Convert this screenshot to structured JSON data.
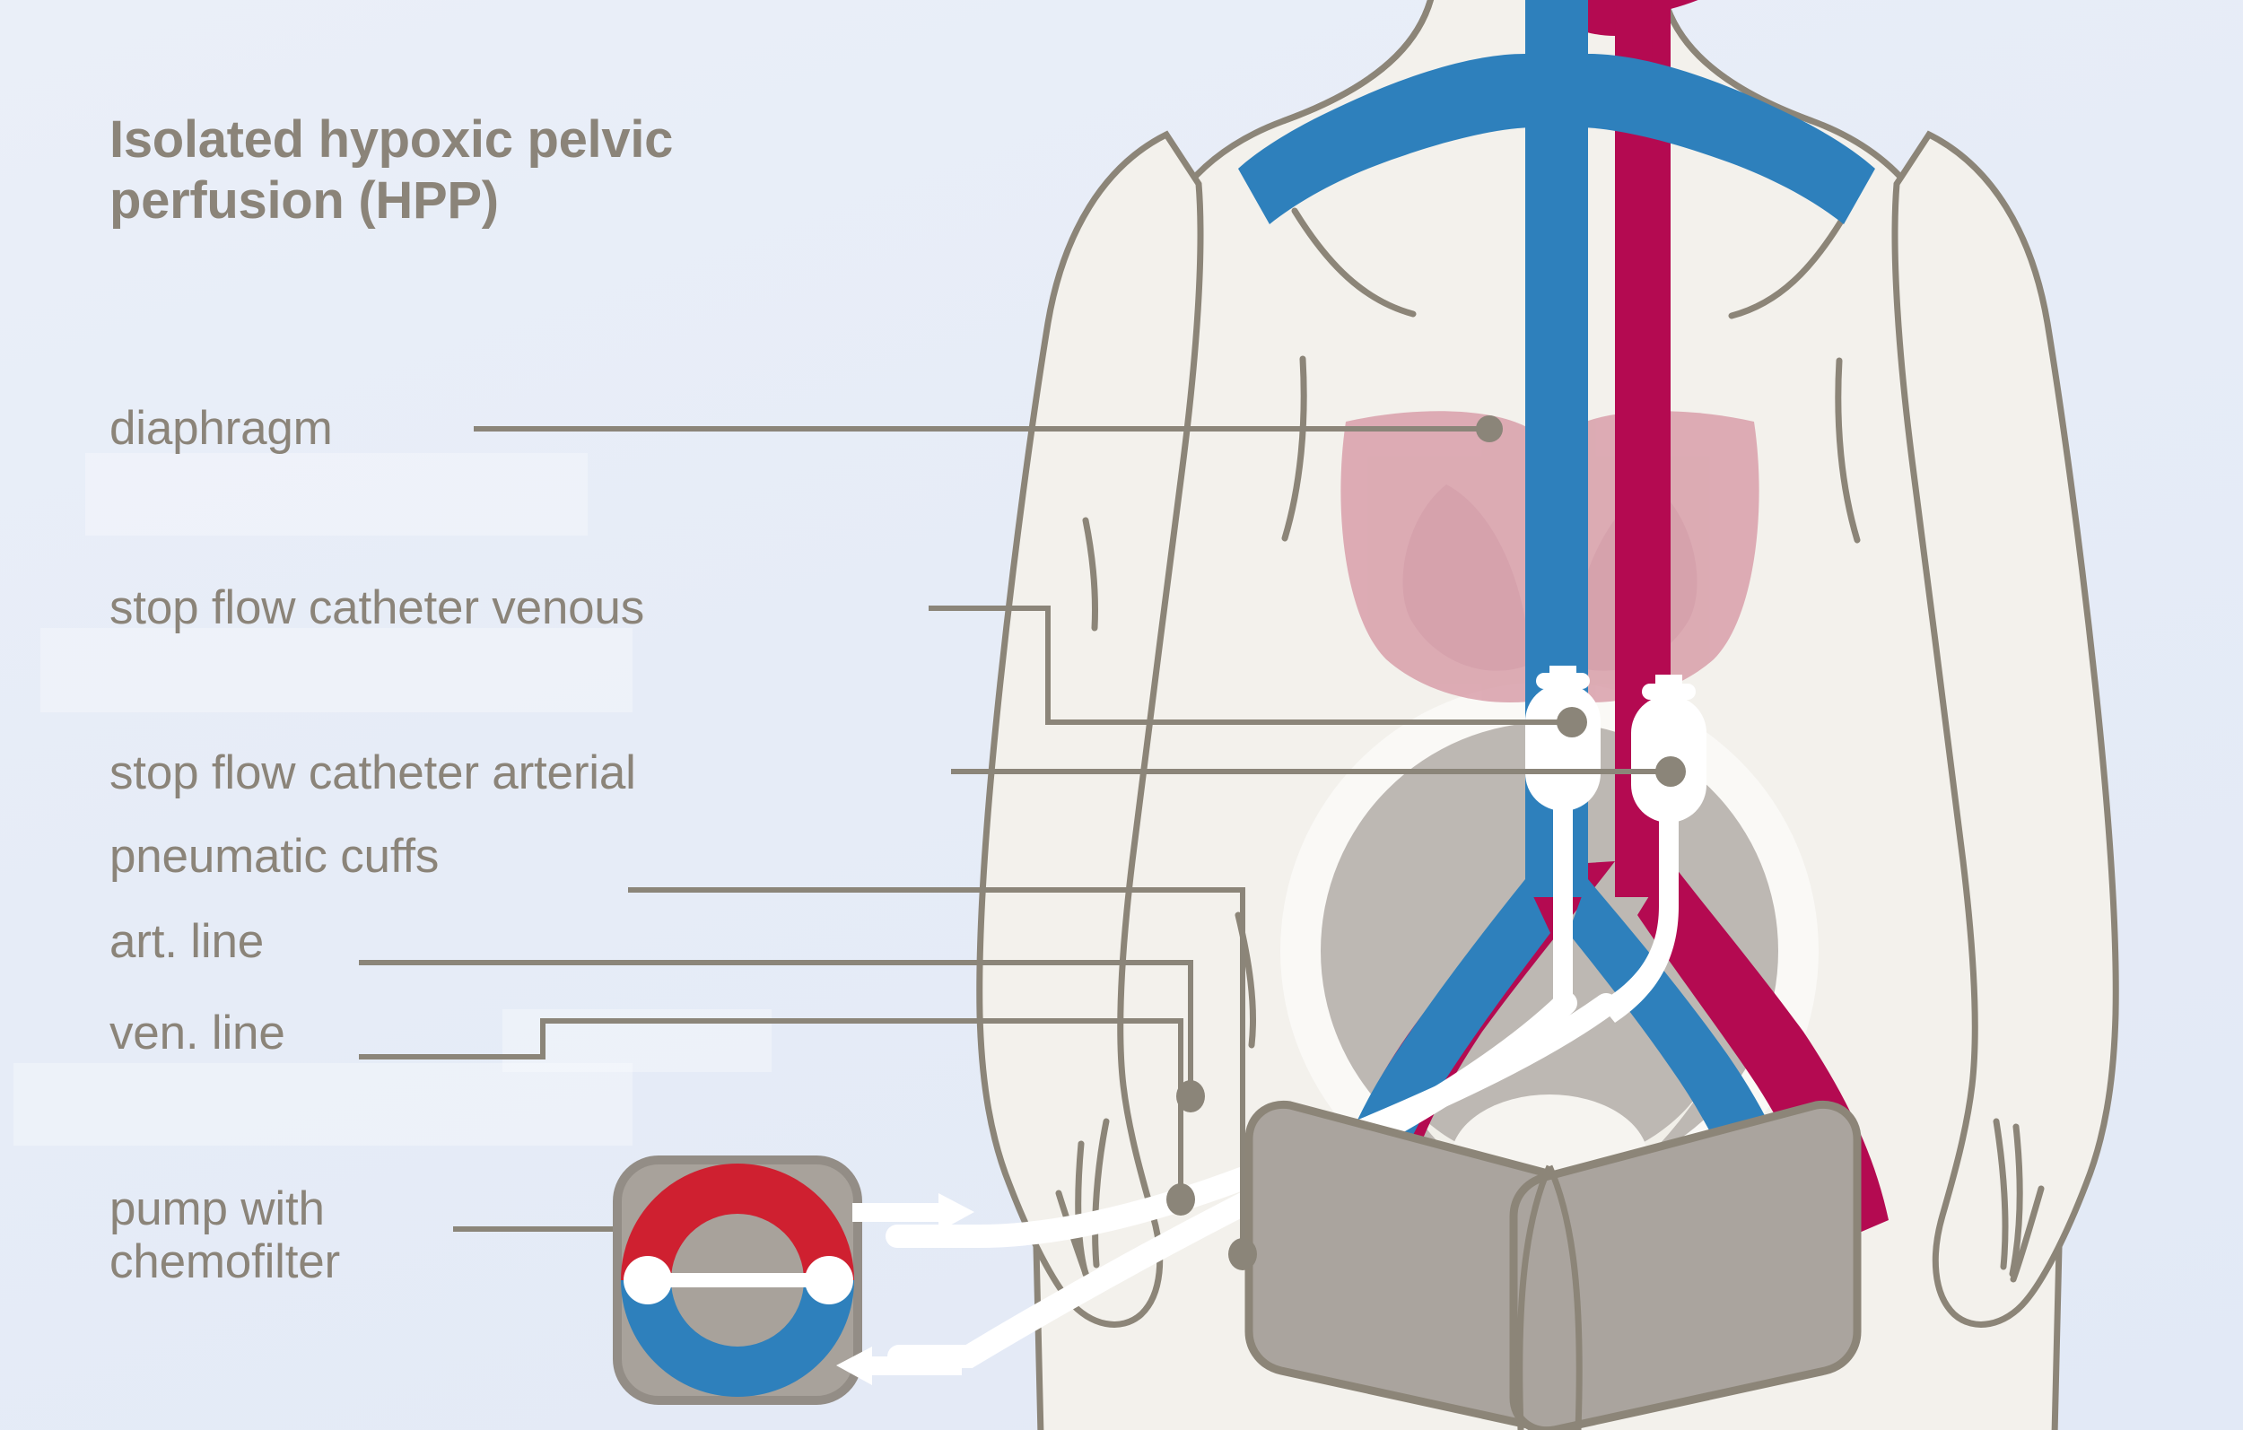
{
  "figure": {
    "title_line1": "Isolated hypoxic pelvic",
    "title_line2": "perfusion (HPP)",
    "labels": {
      "diaphragm": "diaphragm",
      "stop_flow_venous": "stop flow catheter venous",
      "stop_flow_arterial": "stop flow catheter arterial",
      "pneumatic_cuffs": "pneumatic cuffs",
      "art_line": "art. line",
      "ven_line": "ven. line",
      "pump_line1": "pump with",
      "pump_line2": "chemofilter"
    }
  },
  "colors": {
    "background": "#e8eef8",
    "text": "#8b8479",
    "leader": "#8b8579",
    "artery": "#b40a51",
    "vein": "#2e80bc",
    "body_fill": "#f3f1ec",
    "body_outline": "#8c8578",
    "lung": "#d79aa6",
    "pelvis": "#bdb8b3",
    "cuff_fill": "#aaa49e",
    "cuff_outline": "#8c8578",
    "tube_white": "#ffffff",
    "pump_body": "#a8a29b",
    "pump_red": "#cf2030",
    "pump_blue": "#2e80bc"
  },
  "icons": {
    "pump": "pump-ring-icon",
    "arrow_out": "arrow-right-icon",
    "arrow_in": "arrow-left-icon",
    "balloon_venous": "stop-flow-balloon-icon",
    "balloon_arterial": "stop-flow-balloon-icon"
  },
  "anatomy": {
    "vessels": [
      "superior vena cava",
      "aorta",
      "iliac arteries",
      "iliac veins"
    ],
    "organs": [
      "left lung",
      "right lung",
      "diaphragm",
      "pelvis"
    ],
    "devices": [
      "stop flow catheter venous",
      "stop flow catheter arterial",
      "pneumatic cuff left",
      "pneumatic cuff right",
      "arterial line",
      "venous line",
      "pump with chemofilter"
    ]
  }
}
